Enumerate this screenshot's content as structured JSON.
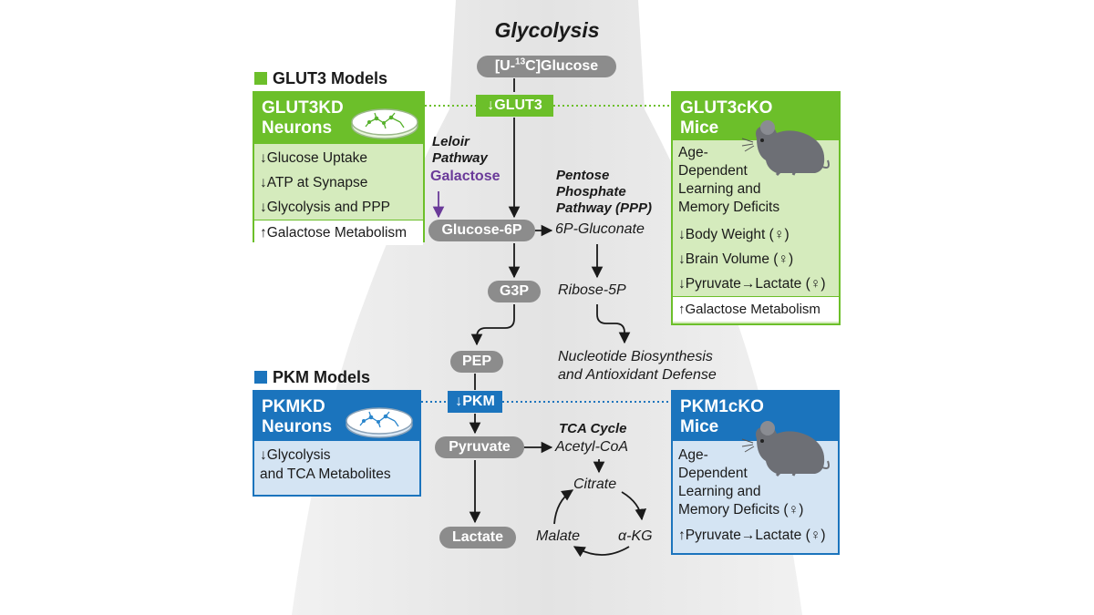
{
  "title": "Glycolysis",
  "pathway": {
    "glucose_prefix": "[U-",
    "glucose_isotope": "13",
    "glucose_suffix": "C]Glucose",
    "glut3": "↓GLUT3",
    "leloir_line1": "Leloir",
    "leloir_line2": "Pathway",
    "galactose": "Galactose",
    "ppp_line1": "Pentose",
    "ppp_line2": "Phosphate",
    "ppp_line3": "Pathway (PPP)",
    "glucose6p": "Glucose-6P",
    "gluconate": "6P-Gluconate",
    "g3p": "G3P",
    "ribose": "Ribose-5P",
    "pep": "PEP",
    "nucleotide_line1": "Nucleotide Biosynthesis",
    "nucleotide_line2": "and Antioxidant Defense",
    "pkm": "↓PKM",
    "pyruvate": "Pyruvate",
    "tca_title": "TCA Cycle",
    "acetylcoa": "Acetyl-CoA",
    "citrate": "Citrate",
    "malate": "Malate",
    "akg": "α-KG",
    "lactate": "Lactate"
  },
  "glut3_models": {
    "label": "GLUT3 Models",
    "neurons": {
      "title_line1": "GLUT3KD",
      "title_line2": "Neurons",
      "items": [
        "↓Glucose Uptake",
        "↓ATP at Synapse",
        "↓Glycolysis and PPP",
        "↑Galactose Metabolism"
      ]
    },
    "mice": {
      "title_line1": "GLUT3cKO",
      "title_line2": "Mice",
      "deficits": [
        "Age-",
        "Dependent",
        "Learning and",
        "Memory Deficits"
      ],
      "items": [
        "↓Body Weight (♀)",
        "↓Brain Volume (♀)",
        "↓Pyruvate→Lactate (♀)",
        "↑Galactose Metabolism"
      ]
    }
  },
  "pkm_models": {
    "label": "PKM Models",
    "neurons": {
      "title_line1": "PKMKD",
      "title_line2": "Neurons",
      "items": [
        "↓Glycolysis",
        "and TCA Metabolites"
      ]
    },
    "mice": {
      "title_line1": "PKM1cKO",
      "title_line2": "Mice",
      "deficits": [
        "Age-",
        "Dependent",
        "Learning and",
        "Memory Deficits (♀)"
      ],
      "items": [
        "↑Pyruvate→Lactate (♀)"
      ]
    }
  },
  "colors": {
    "green": "#6cbf2a",
    "green_light": "#d5ebbd",
    "blue": "#1b74bd",
    "blue_light": "#d4e4f3",
    "node_gray": "#8c8c8c",
    "purple": "#6a3a99",
    "background_shape": "#e9e9e9"
  },
  "icons": [
    "petri-dish-neurons-icon",
    "mouse-icon"
  ]
}
